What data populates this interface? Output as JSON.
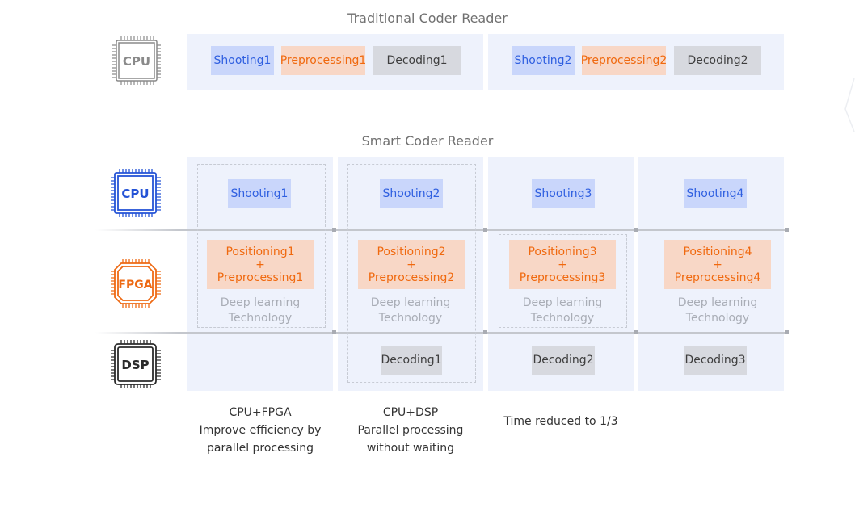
{
  "traditional": {
    "title": "Traditional Coder Reader",
    "chip_cpu": "CPU",
    "tasks": [
      "Shooting1",
      "Preprocessing1",
      "Decoding1",
      "Shooting2",
      "Preprocessing2",
      "Decoding2"
    ]
  },
  "smart": {
    "title": "Smart Coder Reader",
    "chips": {
      "cpu": "CPU",
      "fpga": "FPGA",
      "dsp": "DSP"
    },
    "shooting": [
      "Shooting1",
      "Shooting2",
      "Shooting3",
      "Shooting4"
    ],
    "positioning": [
      {
        "l1": "Positioning1",
        "plus": "+",
        "l2": "Preprocessing1"
      },
      {
        "l1": "Positioning2",
        "plus": "+",
        "l2": "Preprocessing2"
      },
      {
        "l1": "Positioning3",
        "plus": "+",
        "l2": "Preprocessing3"
      },
      {
        "l1": "Positioning4",
        "plus": "+",
        "l2": "Preprocessing4"
      }
    ],
    "deep_learning": {
      "l1": "Deep learning",
      "l2": "Technology"
    },
    "decoding": [
      "Decoding1",
      "Decoding2",
      "Decoding3"
    ]
  },
  "captions": [
    {
      "l1": "CPU+FPGA",
      "l2": "Improve efficiency by",
      "l3": "parallel processing"
    },
    {
      "l1": "CPU+DSP",
      "l2": "Parallel processing",
      "l3": "without waiting"
    },
    {
      "l1": "Time reduced to 1/3"
    }
  ],
  "colors": {
    "cpu_gray": "#8a8a8a",
    "cpu_blue": "#2453d6",
    "fpga_orange": "#ee6a14",
    "dsp_black": "#2b2b2b"
  }
}
